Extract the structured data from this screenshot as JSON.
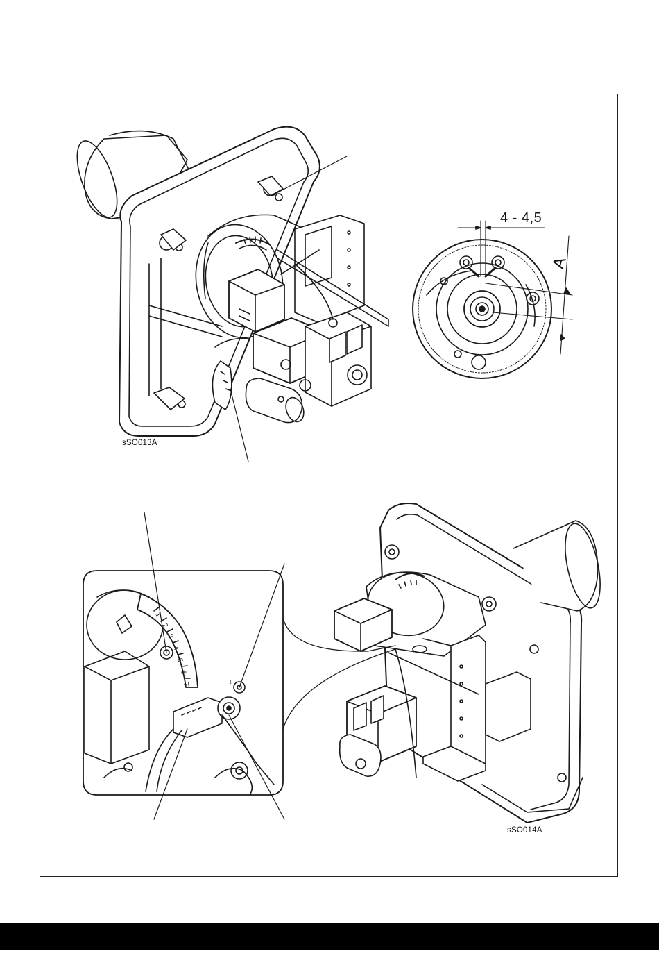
{
  "figures": [
    {
      "code": "sSO013A"
    },
    {
      "code": "sSO014A"
    }
  ],
  "nozzle_detail": {
    "gap_dimension": "4 - 4,5",
    "distance_label": "A"
  },
  "footer": {
    "color": "#000000"
  }
}
